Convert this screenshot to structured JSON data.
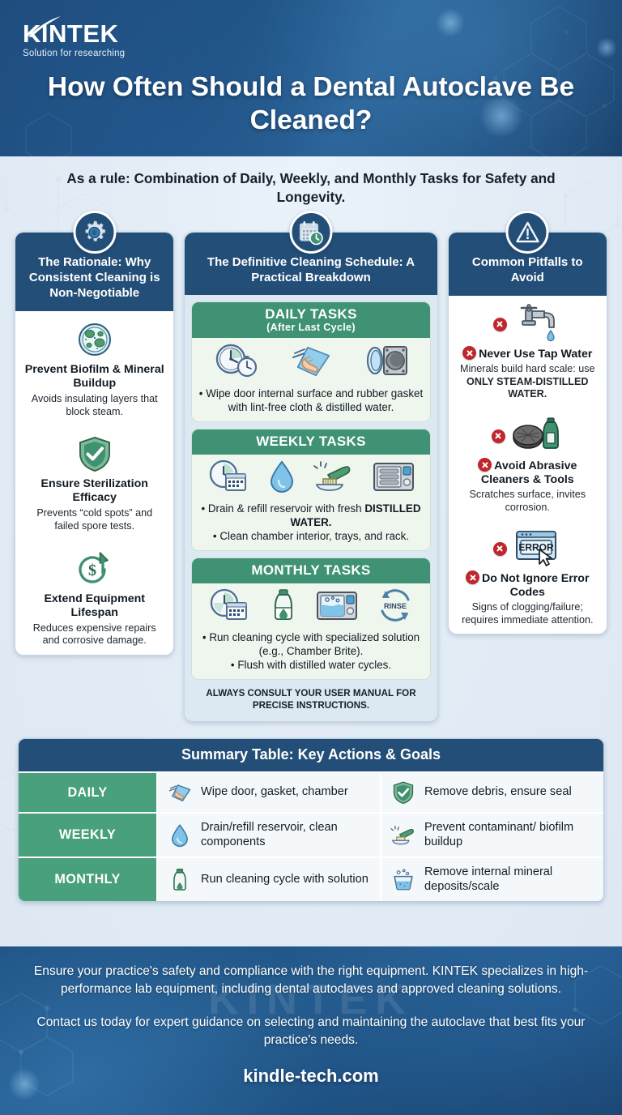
{
  "brand": {
    "logo_word": "KINTEK",
    "tagline": "Solution for researching",
    "watermark": "KINTEK"
  },
  "header": {
    "title": "How Often Should a Dental Autoclave Be Cleaned?"
  },
  "subtitle": "As a rule: Combination of Daily, Weekly, and Monthly Tasks for Safety and Longevity.",
  "colors": {
    "deep_blue": "#234E77",
    "green": "#3F9274",
    "table_green": "#48A07C",
    "red": "#C0272D",
    "light_bg": "#e4edf6"
  },
  "columns": {
    "left": {
      "icon": "gear-icon",
      "heading": "The Rationale: Why Consistent Cleaning is Non-Negotiable",
      "items": [
        {
          "icon": "petri-dish-biofilm-icon",
          "title": "Prevent Biofilm & Mineral Buildup",
          "desc": "Avoids insulating layers that block steam."
        },
        {
          "icon": "shield-check-icon",
          "title": "Ensure Sterilization Efficacy",
          "desc": "Prevents “cold spots” and failed spore tests."
        },
        {
          "icon": "dollar-arrow-icon",
          "title": "Extend Equipment Lifespan",
          "desc": "Reduces expensive repairs and corrosive damage."
        }
      ]
    },
    "middle": {
      "icon": "calendar-clock-icon",
      "heading": "The Definitive Cleaning Schedule: A Practical Breakdown",
      "tasks": [
        {
          "title": "DAILY TASKS",
          "subtitle": "(After Last Cycle)",
          "icons": [
            "clock-stopwatch-icon",
            "wiping-cloth-hand-icon",
            "autoclave-door-gasket-icon"
          ],
          "bullets": [
            {
              "text": "Wipe door internal surface and rubber gasket with lint-free cloth & distilled water.",
              "bold": ""
            }
          ]
        },
        {
          "title": "WEEKLY TASKS",
          "subtitle": "",
          "icons": [
            "clock-calendar-icon",
            "water-drop-icon",
            "scrub-brush-icon",
            "autoclave-unit-icon"
          ],
          "bullets": [
            {
              "text": "Drain & refill reservoir with fresh ",
              "bold": "DISTILLED WATER."
            },
            {
              "text": "Clean chamber interior, trays, and rack.",
              "bold": ""
            }
          ]
        },
        {
          "title": "MONTHLY TASKS",
          "subtitle": "",
          "icons": [
            "clock-calendar-icon",
            "solution-bottle-icon",
            "chamber-water-icon",
            "rinse-cycle-icon"
          ],
          "bullets": [
            {
              "text": "Run cleaning cycle with specialized solution (e.g., Chamber Brite).",
              "bold": ""
            },
            {
              "text": "Flush with distilled water cycles.",
              "bold": ""
            }
          ]
        }
      ],
      "manual_note": "ALWAYS CONSULT YOUR USER MANUAL FOR PRECISE INSTRUCTIONS."
    },
    "right": {
      "icon": "warning-triangle-icon",
      "heading": "Common Pitfalls to Avoid",
      "items": [
        {
          "icon": "dripping-faucet-icon",
          "title": "Never Use Tap Water",
          "desc_pre": "Minerals build hard scale: use ",
          "desc_bold": "ONLY STEAM-DISTILLED WATER.",
          "desc_post": ""
        },
        {
          "icon": "abrasive-pad-detergent-icon",
          "title": "Avoid Abrasive Cleaners & Tools",
          "desc_pre": "Scratches surface, invites corrosion.",
          "desc_bold": "",
          "desc_post": ""
        },
        {
          "icon": "error-dialog-icon",
          "title": "Do Not Ignore Error Codes",
          "desc_pre": "Signs of clogging/failure; requires immediate attention.",
          "desc_bold": "",
          "desc_post": ""
        }
      ]
    }
  },
  "summary_table": {
    "title": "Summary Table: Key Actions & Goals",
    "rows": [
      {
        "label": "DAILY",
        "action_icon": "wiping-cloth-hand-icon",
        "action": "Wipe door, gasket, chamber",
        "goal_icon": "shield-check-icon",
        "goal": "Remove debris, ensure seal"
      },
      {
        "label": "WEEKLY",
        "action_icon": "water-drop-icon",
        "action": "Drain/refill reservoir, clean components",
        "goal_icon": "scrub-brush-icon",
        "goal": "Prevent contaminant/ biofilm buildup"
      },
      {
        "label": "MONTHLY",
        "action_icon": "solution-bottle-icon",
        "action": "Run cleaning cycle with solution",
        "goal_icon": "mineral-deposit-basin-icon",
        "goal": "Remove internal mineral deposits/scale"
      }
    ]
  },
  "footer": {
    "paragraph1": "Ensure your practice's safety and compliance with the right equipment. KINTEK specializes in high-performance lab equipment, including dental autoclaves and approved cleaning solutions.",
    "paragraph2": "Contact us today for expert guidance on selecting and maintaining the autoclave that best fits your practice's needs.",
    "url": "kindle-tech.com"
  }
}
